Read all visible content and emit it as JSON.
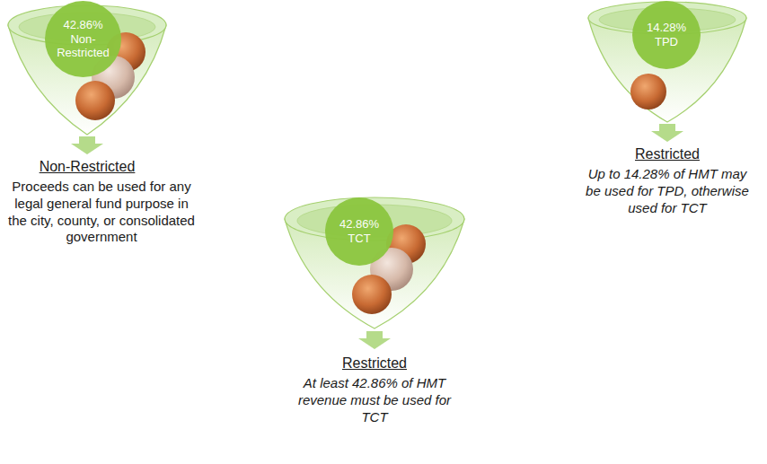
{
  "diagram": {
    "nodes": [
      {
        "text": [
          "42.86% Non-Restricted"
        ]
      },
      {
        "text": [
          "42.86% TCT"
        ]
      },
      {
        "text": [
          "14.28% TPD"
        ]
      }
    ],
    "labels": [
      "Non-Restricted",
      "Proceeds can be used for any legal general fund purpose in the city, county, or consolidated government",
      "Restricted",
      "At least 42.86% of HMT revenue must be used for TCT",
      "Restricted",
      "Up to 14.28% of HMT may be used for TPD, otherwise used for TCT"
    ]
  }
}
